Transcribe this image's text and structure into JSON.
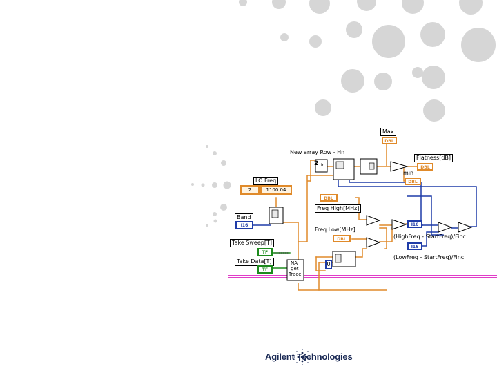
{
  "logo": {
    "company": "Agilent Technologies"
  },
  "labels": {
    "max": "Max",
    "new_array": "New array Row - Hn",
    "flatness": "Flatness[dB]",
    "lo_freq": "LO Freq",
    "band": "Band",
    "freq_high": "Freq High[MHz]",
    "freq_low": "Freq Low[MHz]",
    "take_sweep": "Take Sweep[T]",
    "take_data": "Take Data[T]",
    "high_expr": "(HighFreq - StartFreq)/Finc",
    "low_expr": "(LowFreq - StartFreq)/Finc",
    "vi_na": "NA",
    "vi_get": "get",
    "vi_trace": "Trace",
    "min": "min",
    "in_const": "in"
  },
  "terminals": {
    "max_type": "DBL",
    "flatness_type": "DBL",
    "lower_dbl": "DBL",
    "freq_high_type": "DBL",
    "freq_low_type": "DBL",
    "band_type": "I16",
    "take_sweep_type": "TF",
    "take_data_type": "TF",
    "high_int": "I16",
    "low_int": "I16",
    "lo_const_a": "2",
    "lo_const_b": "1100.04",
    "const_two": "2",
    "const_zero": "0"
  },
  "colors": {
    "orange_wire": "#e08a2a",
    "blue_wire": "#1f3ca8",
    "green_wire": "#1d8a1d",
    "pink_wire": "#e03cc8",
    "dots": "#d8d8d8"
  }
}
